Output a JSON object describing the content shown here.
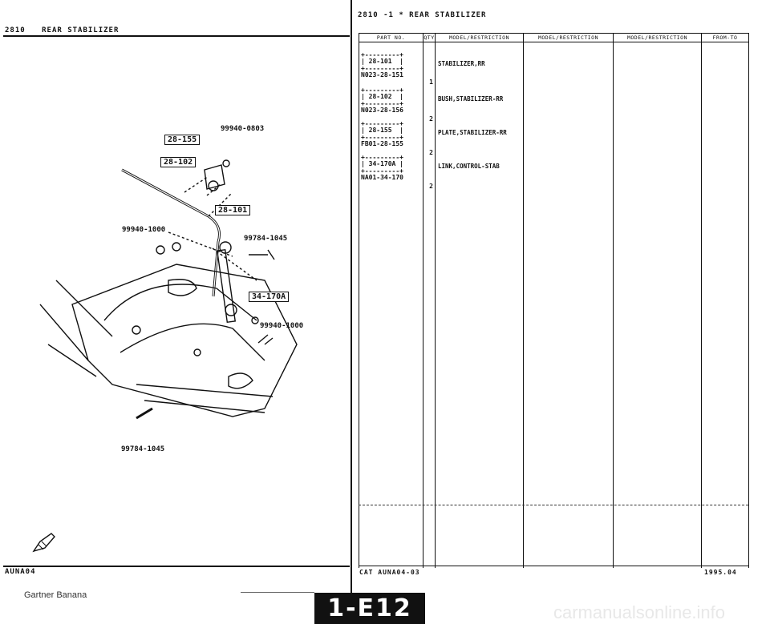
{
  "left_header": {
    "code": "2810",
    "title": "REAR STABILIZER"
  },
  "right_header": {
    "text": "2810 -1 * REAR STABILIZER"
  },
  "table": {
    "columns": [
      "PART NO.",
      "QTY",
      "MODEL/RESTRICTION",
      "MODEL/RESTRICTION",
      "MODEL/RESTRICTION",
      "FROM-TO"
    ],
    "rows": [
      {
        "ref": "28-101",
        "part_no": "N023-28-151",
        "qty": "1",
        "desc": "STABILIZER,RR"
      },
      {
        "ref": "28-102",
        "part_no": "N023-28-156",
        "qty": "2",
        "desc": "BUSH,STABILIZER-RR"
      },
      {
        "ref": "28-155",
        "part_no": "FB01-28-155",
        "qty": "2",
        "desc": "PLATE,STABILIZER-RR"
      },
      {
        "ref": "34-170A",
        "part_no": "NA01-34-170",
        "qty": "2",
        "desc": "LINK,CONTROL-STAB"
      }
    ]
  },
  "diagram": {
    "callouts": [
      "28-155",
      "28-102",
      "28-101",
      "34-170A"
    ],
    "part_labels": [
      "99940-0803",
      "99940-1000",
      "99784-1045",
      "99940-1000",
      "99784-1045"
    ]
  },
  "footer": {
    "left_code": "AUNA04",
    "cat": "CAT AUNA04-03",
    "date": "1995.04",
    "watermark_left": "Gartner Banana",
    "page_badge": "1-E12",
    "watermark_right": "carmanualsonline.info"
  }
}
